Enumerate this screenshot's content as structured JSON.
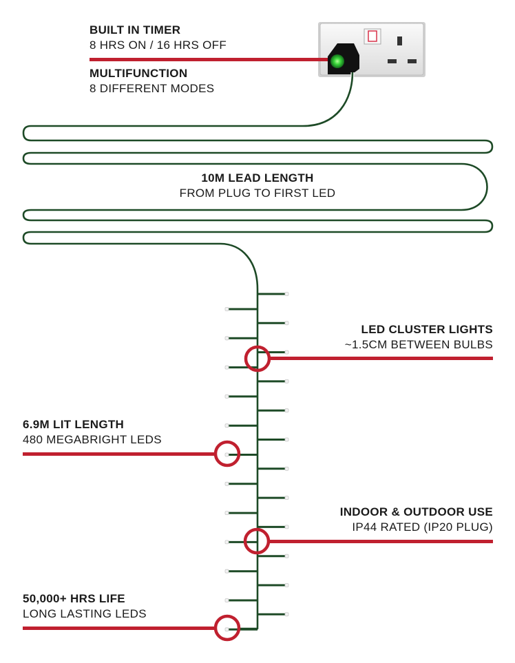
{
  "colors": {
    "accent_red": "#c0202f",
    "cable_green": "#1d4a26",
    "led_green": "#3ad63a",
    "socket_face": "#f4f4f4",
    "socket_switch": "#d9324a",
    "text": "#1a1a1a"
  },
  "icons": {
    "socket": "uk-wall-socket-icon",
    "plug": "plug-icon",
    "led": "led-bulb-icon"
  },
  "callouts": {
    "timer": {
      "title": "BUILT IN TIMER",
      "subtitle": "8 HRS ON / 16 HRS OFF"
    },
    "multifunction": {
      "title": "MULTIFUNCTION",
      "subtitle": "8 DIFFERENT MODES"
    },
    "lead": {
      "title": "10M LEAD LENGTH",
      "subtitle": "FROM PLUG TO FIRST LED"
    },
    "cluster": {
      "title": "LED CLUSTER LIGHTS",
      "subtitle": "~1.5CM BETWEEN BULBS"
    },
    "lit_length": {
      "title": "6.9M LIT LENGTH",
      "subtitle": "480 MEGABRIGHT LEDS"
    },
    "indoor": {
      "title": "INDOOR & OUTDOOR USE",
      "subtitle": "IP44 RATED (IP20 PLUG)"
    },
    "life": {
      "title": "50,000+ HRS LIFE",
      "subtitle": "LONG LASTING LEDS"
    }
  }
}
